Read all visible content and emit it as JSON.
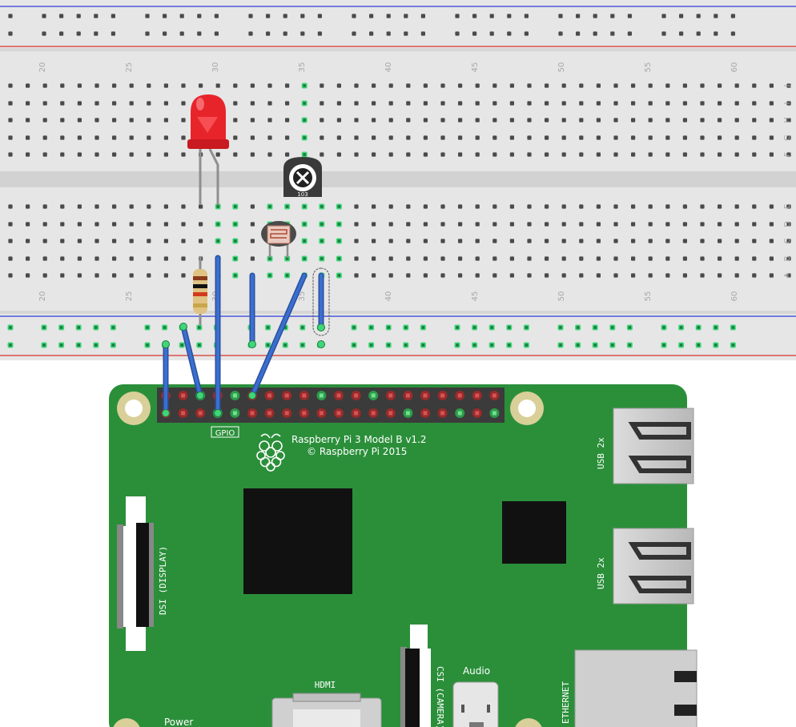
{
  "breadboard": {
    "column_labels": [
      "20",
      "25",
      "30",
      "35",
      "40",
      "45",
      "50",
      "55",
      "60"
    ],
    "row_labels_top": [
      "J",
      "I",
      "H",
      "G",
      "F"
    ],
    "row_labels_bottom": [
      "E",
      "D",
      "C",
      "B",
      "A"
    ]
  },
  "pi": {
    "model_text": "Raspberry Pi 3 Model B v1.2",
    "copyright_text": "© Raspberry Pi 2015",
    "gpio_label": "GPIO",
    "usb_label_1": "USB 2x",
    "usb_label_2": "USB 2x",
    "dsi_label": "DSI (DISPLAY)",
    "csi_label": "CSI (CAMERA)",
    "hdmi_label": "HDMI",
    "audio_label": "Audio",
    "ethernet_label": "ETHERNET",
    "power_label": "Power"
  },
  "components": {
    "potentiometer_label": "103"
  },
  "colors": {
    "breadboard": "#e6e6e6",
    "board_green": "#2b8f3a",
    "wire_blue": "#3a6fcf",
    "led_red": "#e8242b",
    "rail_blue_line": "#2c3ed8",
    "rail_red_line": "#d8332c"
  }
}
